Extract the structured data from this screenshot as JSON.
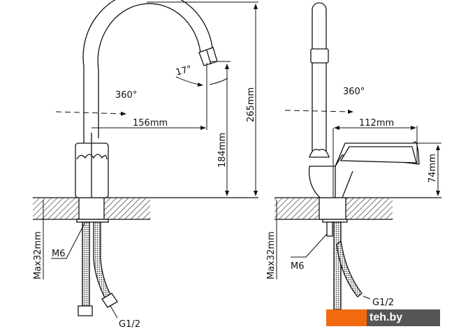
{
  "left_view": {
    "rotation": "360°",
    "angle": "17°",
    "reach": "156mm",
    "spout_height": "184mm",
    "total_height": "265mm",
    "max_counter": "Max32mm",
    "stud": "M6",
    "connection": "G1/2"
  },
  "right_view": {
    "rotation": "360°",
    "handle_reach": "112mm",
    "handle_height": "74mm",
    "max_counter": "Max32mm",
    "stud": "M6",
    "connection": "G1/2"
  },
  "watermark": "teh.by",
  "colors": {
    "line": "#111111",
    "watermark_orange": "#f26a10",
    "watermark_gray": "#555555"
  }
}
